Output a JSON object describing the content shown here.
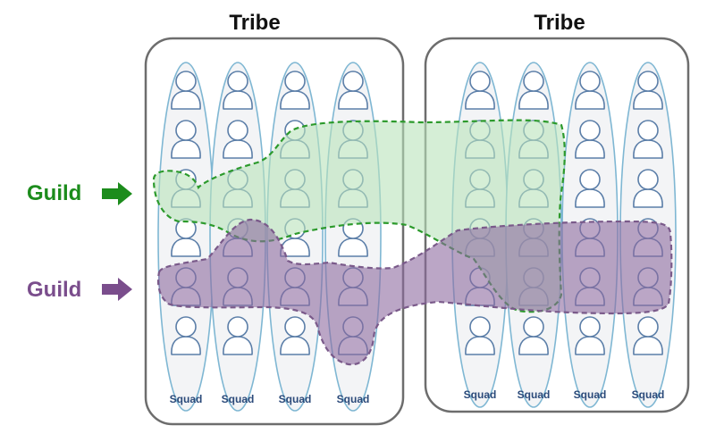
{
  "tribes": [
    {
      "title": "Tribe",
      "squads": [
        "Squad",
        "Squad",
        "Squad",
        "Squad"
      ]
    },
    {
      "title": "Tribe",
      "squads": [
        "Squad",
        "Squad",
        "Squad",
        "Squad"
      ]
    }
  ],
  "guilds": [
    {
      "label": "Guild",
      "color": "#1c8c1c",
      "fill": "#b9e2bb",
      "stroke": "#2c9a2c"
    },
    {
      "label": "Guild",
      "color": "#7a4d8c",
      "fill": "#8e6aa0",
      "stroke": "#7a5a8a"
    }
  ],
  "colors": {
    "tribe_border": "#6d6d6d",
    "squad_fill": "#f3f4f6",
    "squad_stroke": "#7fb7d3",
    "person_stroke": "#5b7ea8",
    "person_fill": "#ffffff",
    "squad_label": "#2b4a7a"
  },
  "icons": {
    "person": "person-icon",
    "arrow": "arrow-right-icon"
  }
}
